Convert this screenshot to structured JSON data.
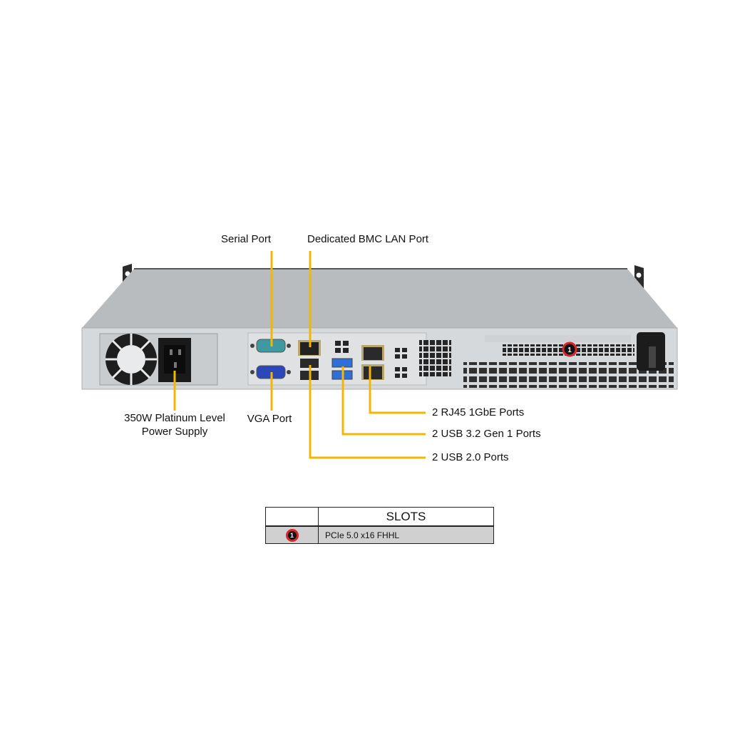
{
  "callouts": {
    "serial_port": "Serial Port",
    "bmc_lan_port": "Dedicated BMC LAN Port",
    "power_supply_line1": "350W Platinum  Level",
    "power_supply_line2": "Power Supply",
    "vga_port": "VGA Port",
    "rj45_ports": "2 RJ45  1GbE Ports",
    "usb3_ports": "2 USB 3.2 Gen 1 Ports",
    "usb2_ports": "2 USB 2.0 Ports"
  },
  "slot_marker": "1",
  "slots_table": {
    "header": "SLOTS",
    "rows": [
      {
        "number": "1",
        "description": "PCIe  5.0 x16 FHHL"
      }
    ]
  },
  "colors": {
    "leader_line": "#f2b705",
    "badge_ring": "#d8262b",
    "chassis_top": "#b9bcbf",
    "chassis_panel": "#d4d7d9"
  }
}
